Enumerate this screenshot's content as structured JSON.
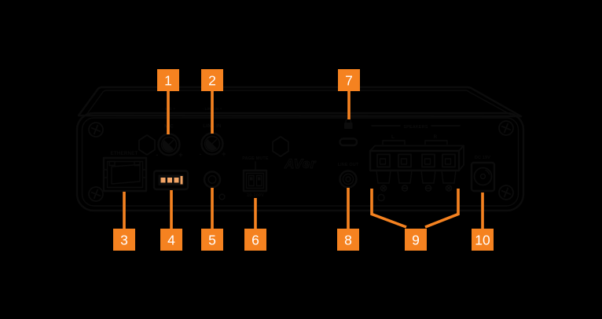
{
  "colors": {
    "background": "#000000",
    "body": "#F2A465",
    "line": "#0C0C0C",
    "accent": "#F58220",
    "number": "#FFFFFF"
  },
  "panel": {
    "top_mic_label": "- MIC +",
    "top_line_label": "- LINE IN +",
    "ethernet": "ETHERNET",
    "mic_knob": "MIC",
    "line_in_knob": "LINE IN",
    "minus": "-",
    "plus": "+",
    "page_mute": "PAGE MUTE",
    "voltage": "10-100V",
    "logo": "AVer",
    "line_out": "LINE OUT",
    "speakers": "SPEAKERS",
    "speaker_left": "L",
    "speaker_right": "R",
    "dc_power": "DC 19V"
  },
  "callouts": [
    {
      "number": "1"
    },
    {
      "number": "2"
    },
    {
      "number": "3"
    },
    {
      "number": "4"
    },
    {
      "number": "5"
    },
    {
      "number": "6"
    },
    {
      "number": "7"
    },
    {
      "number": "8"
    },
    {
      "number": "9"
    },
    {
      "number": "10"
    }
  ]
}
